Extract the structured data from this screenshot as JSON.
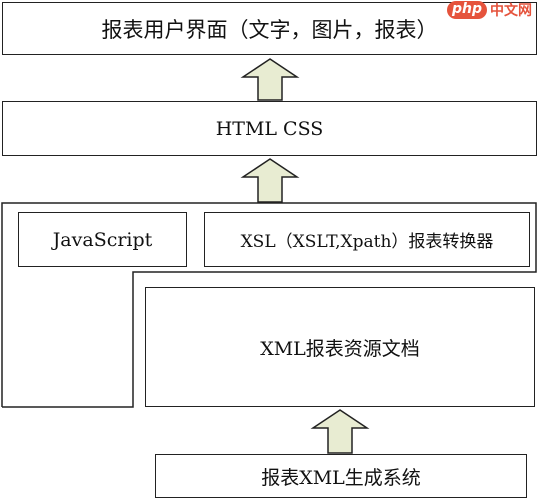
{
  "diagram": {
    "top_box": "报表用户界面（文字，图片，报表）",
    "html_box": "HTML CSS",
    "js_box": "JavaScript",
    "xsl_box": "XSL（XSLT,Xpath）报表转换器",
    "xml_doc_box": "XML报表资源文档",
    "gen_box": "报表XML生成系统"
  },
  "watermark": {
    "logo_text": "php",
    "site_text": "中文网"
  },
  "colors": {
    "arrow_fill": "#e8ecd2",
    "stroke": "#222222",
    "watermark": "#e5533c"
  }
}
